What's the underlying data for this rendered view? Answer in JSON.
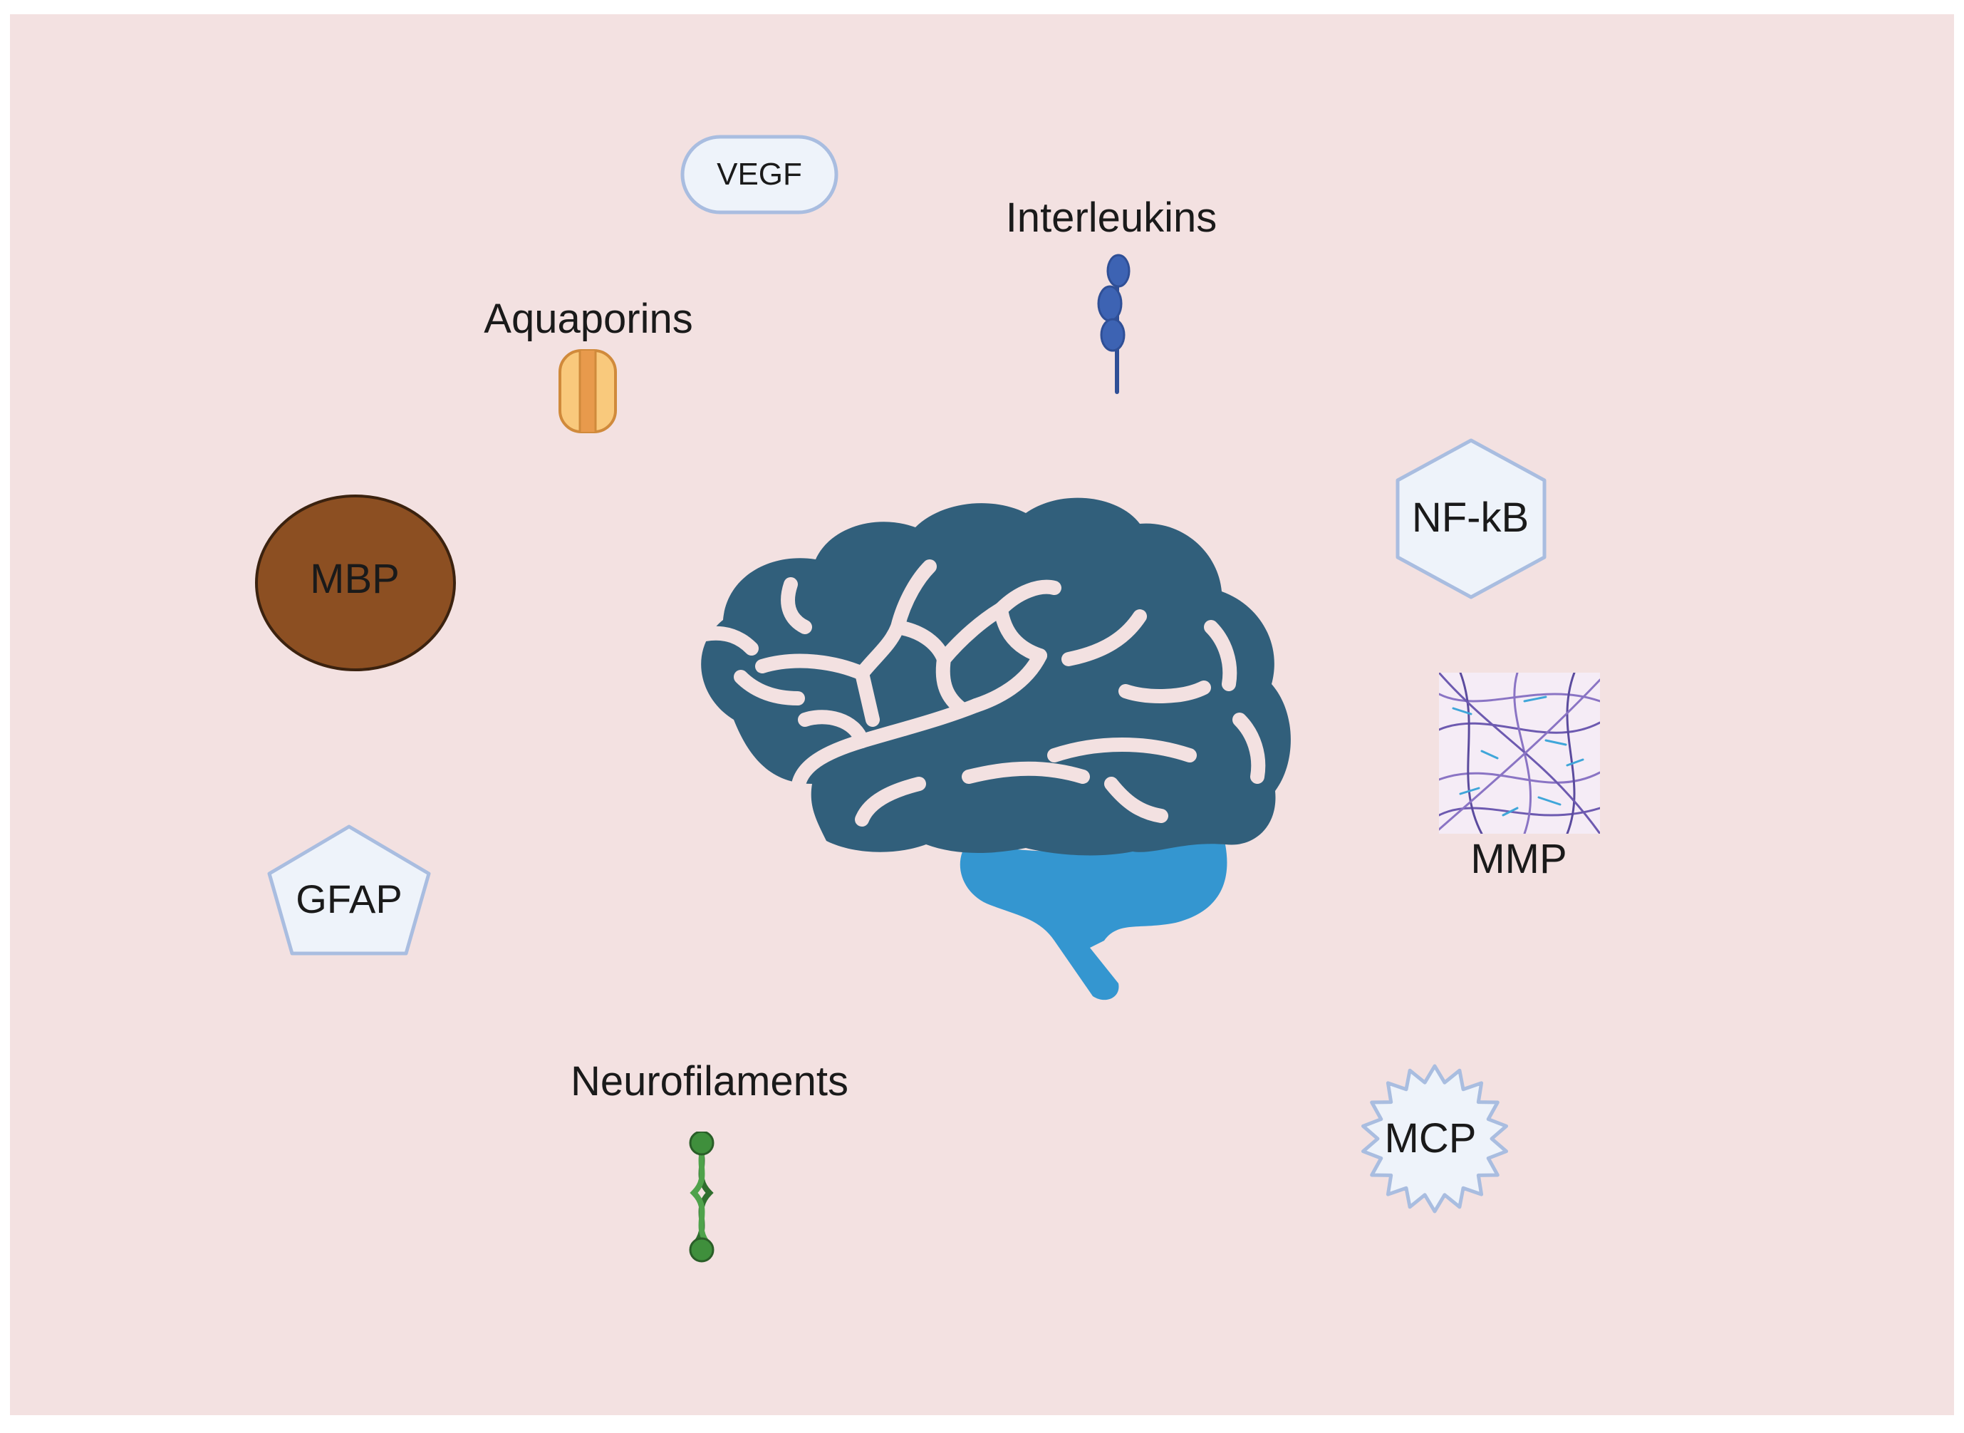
{
  "markers": {
    "vegf": "VEGF",
    "interleukins": "Interleukins",
    "aquaporins": "Aquaporins",
    "nfkb": "NF-kB",
    "mbp": "MBP",
    "mmp": "MMP",
    "gfap": "GFAP",
    "neurofilaments": "Neurofilaments",
    "mcp": "MCP"
  },
  "colors": {
    "background": "#f3e1e1",
    "brain": "#315f7b",
    "cerebellum": "#3496d0",
    "shape_fill": "#eef3fa",
    "shape_stroke": "#a9bde0",
    "mbp_fill": "#8c4f22",
    "aquaporin": "#f3b263",
    "interleukin": "#3d63b3",
    "neurofilament": "#3f8f3c"
  },
  "icons": [
    "brain-icon",
    "aquaporin-icon",
    "interleukin-icon",
    "neurofilament-icon",
    "extracellular-matrix-icon"
  ]
}
